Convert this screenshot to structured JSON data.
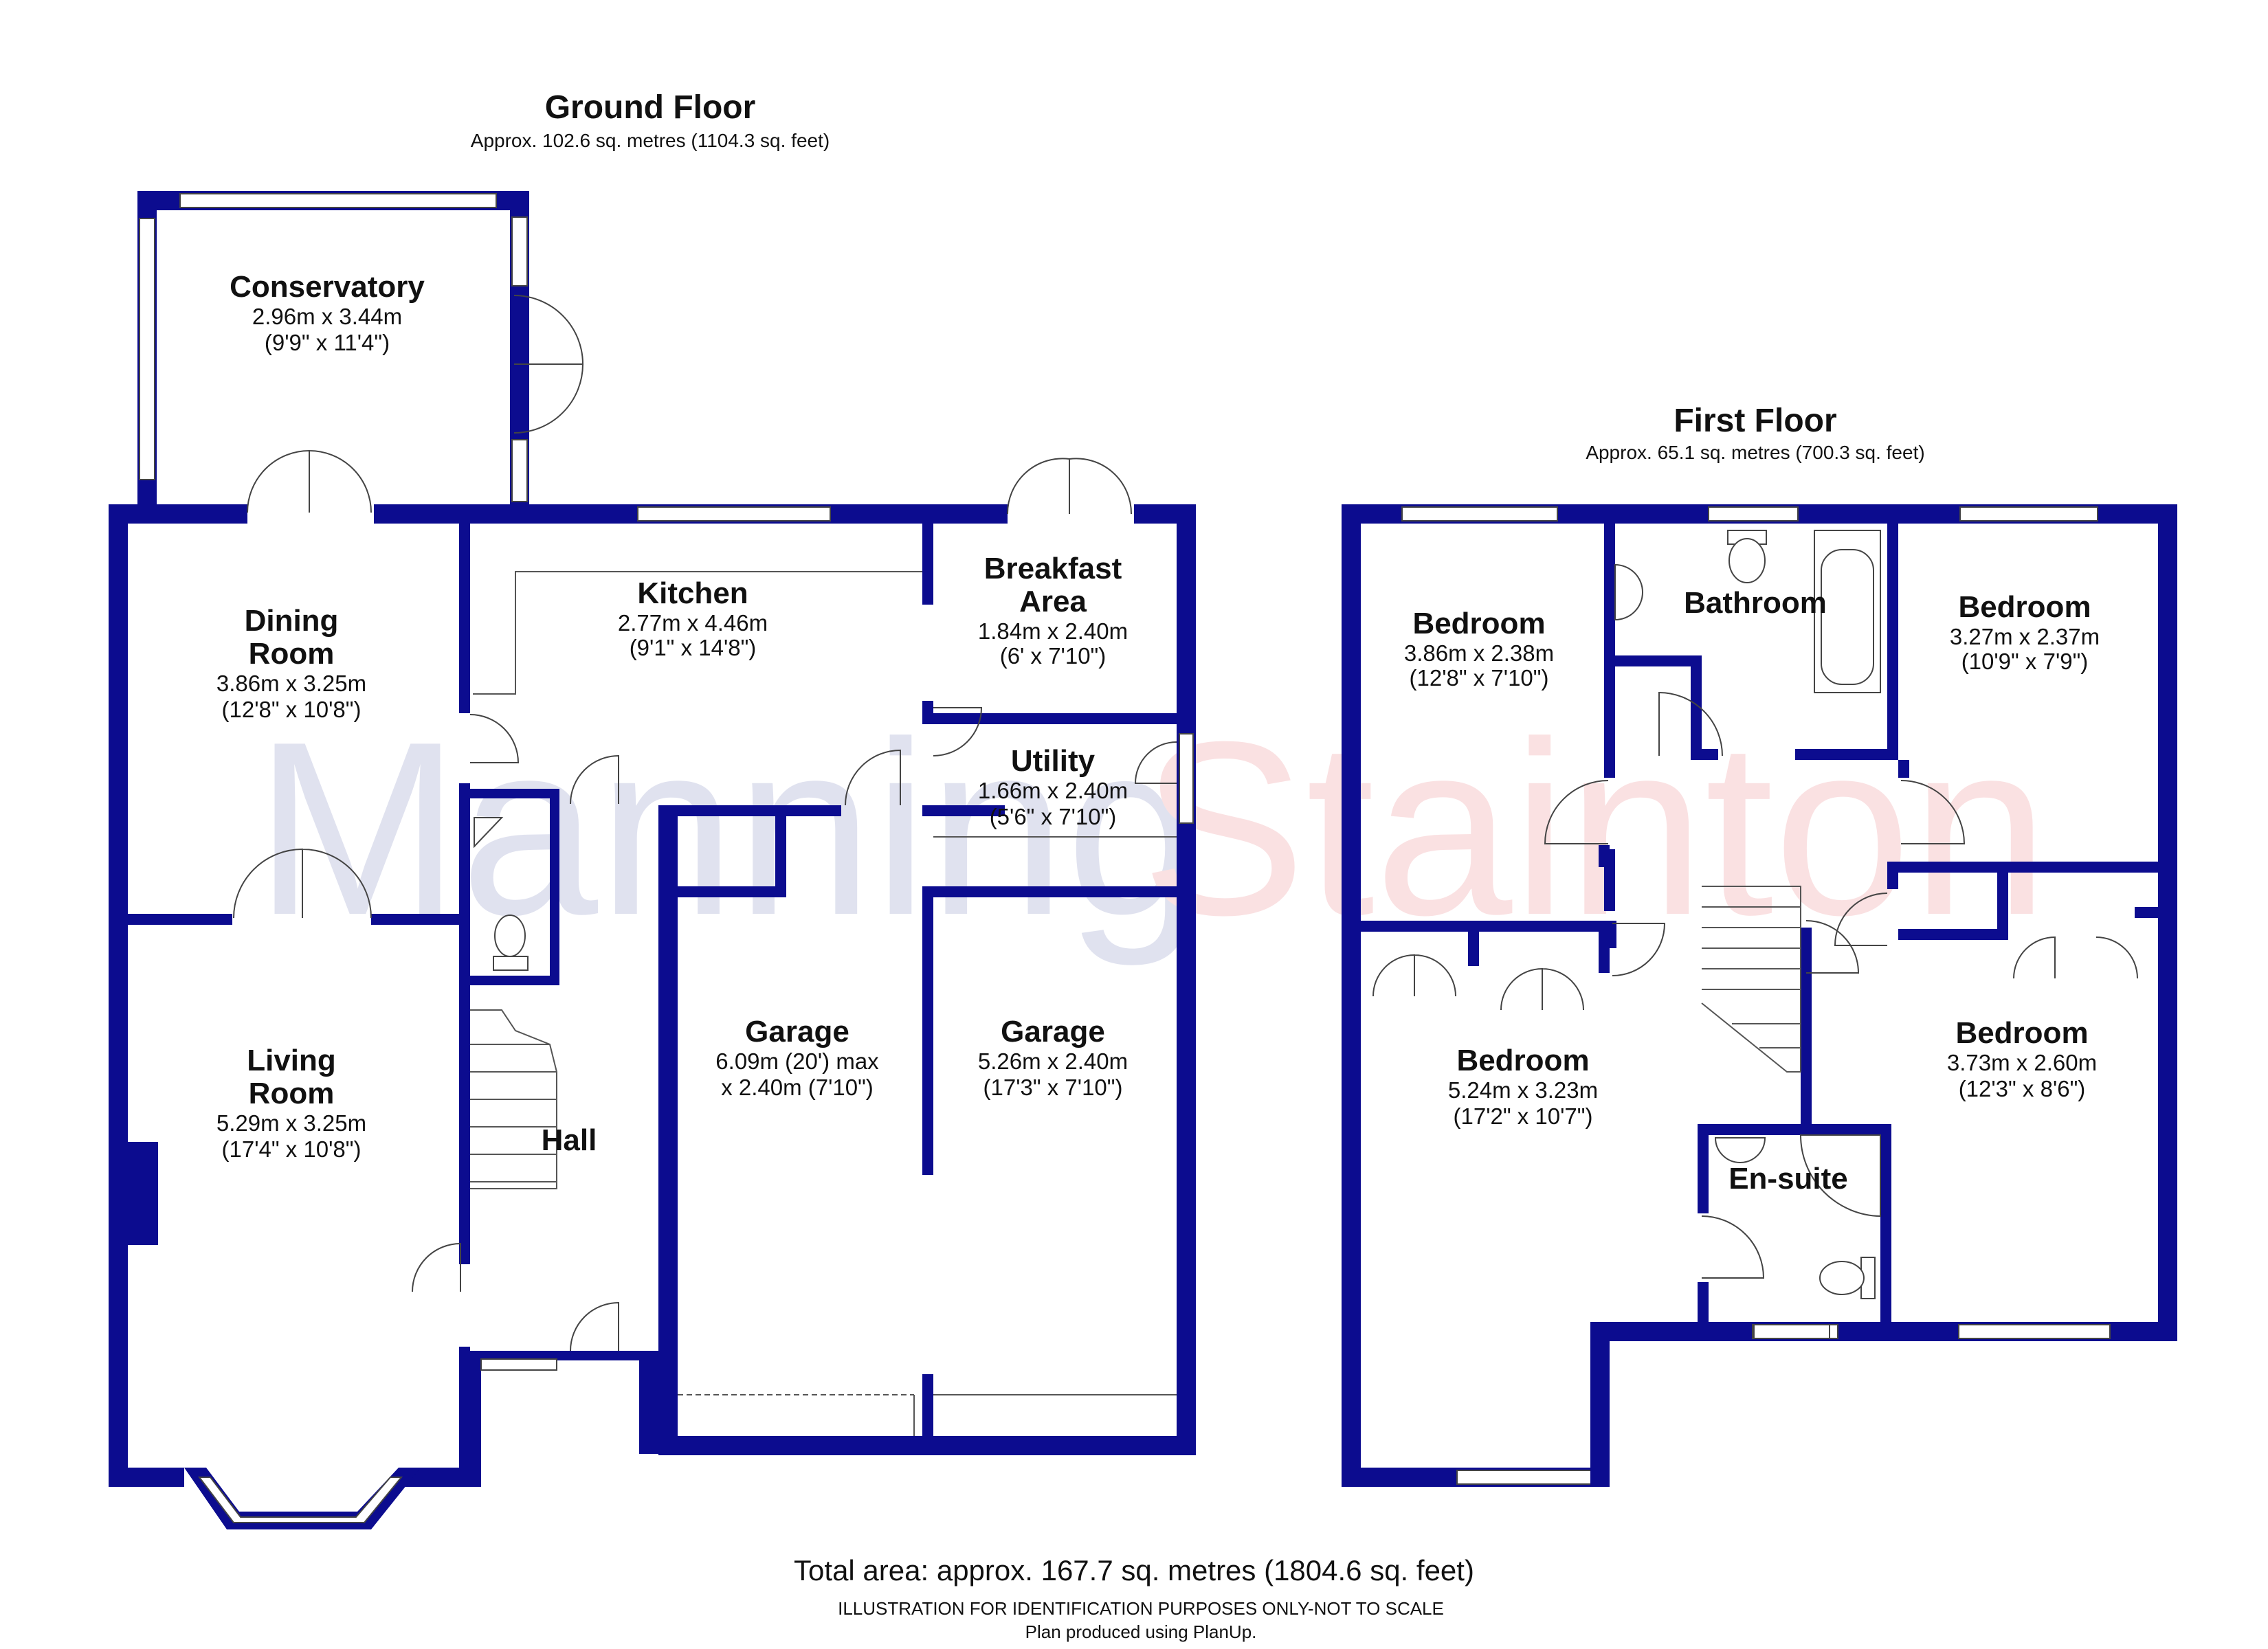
{
  "brand": {
    "watermark_left": "Manning",
    "watermark_right": "Stainton",
    "color_left": "#1b2a8a",
    "color_right": "#e0202a"
  },
  "wall_color": "#0c0c8f",
  "ground_floor": {
    "title": "Ground Floor",
    "area": "Approx. 102.6 sq. metres (1104.3 sq. feet)",
    "rooms": {
      "conservatory": {
        "name": "Conservatory",
        "dim": "2.96m x 3.44m",
        "imperial": "(9'9\" x 11'4\")"
      },
      "dining": {
        "name1": "Dining",
        "name2": "Room",
        "dim": "3.86m x 3.25m",
        "imperial": "(12'8\" x 10'8\")"
      },
      "kitchen": {
        "name": "Kitchen",
        "dim": "2.77m x 4.46m",
        "imperial": "(9'1\" x 14'8\")"
      },
      "breakfast": {
        "name1": "Breakfast",
        "name2": "Area",
        "dim": "1.84m x 2.40m",
        "imperial": "(6' x 7'10\")"
      },
      "utility": {
        "name": "Utility",
        "dim": "1.66m x 2.40m",
        "imperial": "(5'6\" x 7'10\")"
      },
      "living": {
        "name1": "Living",
        "name2": "Room",
        "dim": "5.29m x 3.25m",
        "imperial": "(17'4\" x 10'8\")"
      },
      "hall": {
        "name": "Hall"
      },
      "garage1": {
        "name": "Garage",
        "dim": "6.09m (20') max",
        "imperial": "x 2.40m (7'10\")"
      },
      "garage2": {
        "name": "Garage",
        "dim": "5.26m x 2.40m",
        "imperial": "(17'3\" x 7'10\")"
      }
    }
  },
  "first_floor": {
    "title": "First Floor",
    "area": "Approx. 65.1 sq. metres (700.3 sq. feet)",
    "rooms": {
      "bedroom_nw": {
        "name": "Bedroom",
        "dim": "3.86m x 2.38m",
        "imperial": "(12'8\" x 7'10\")"
      },
      "bathroom": {
        "name": "Bathroom"
      },
      "bedroom_ne": {
        "name": "Bedroom",
        "dim": "3.27m x 2.37m",
        "imperial": "(10'9\" x 7'9\")"
      },
      "bedroom_sw": {
        "name": "Bedroom",
        "dim": "5.24m x 3.23m",
        "imperial": "(17'2\" x 10'7\")"
      },
      "bedroom_se": {
        "name": "Bedroom",
        "dim": "3.73m x 2.60m",
        "imperial": "(12'3\" x 8'6\")"
      },
      "ensuite": {
        "name": "En-suite"
      }
    }
  },
  "footer": {
    "total": "Total area: approx. 167.7 sq. metres (1804.6 sq. feet)",
    "disclaimer": "ILLUSTRATION FOR IDENTIFICATION PURPOSES ONLY-NOT TO SCALE",
    "credit": "Plan produced using PlanUp."
  }
}
